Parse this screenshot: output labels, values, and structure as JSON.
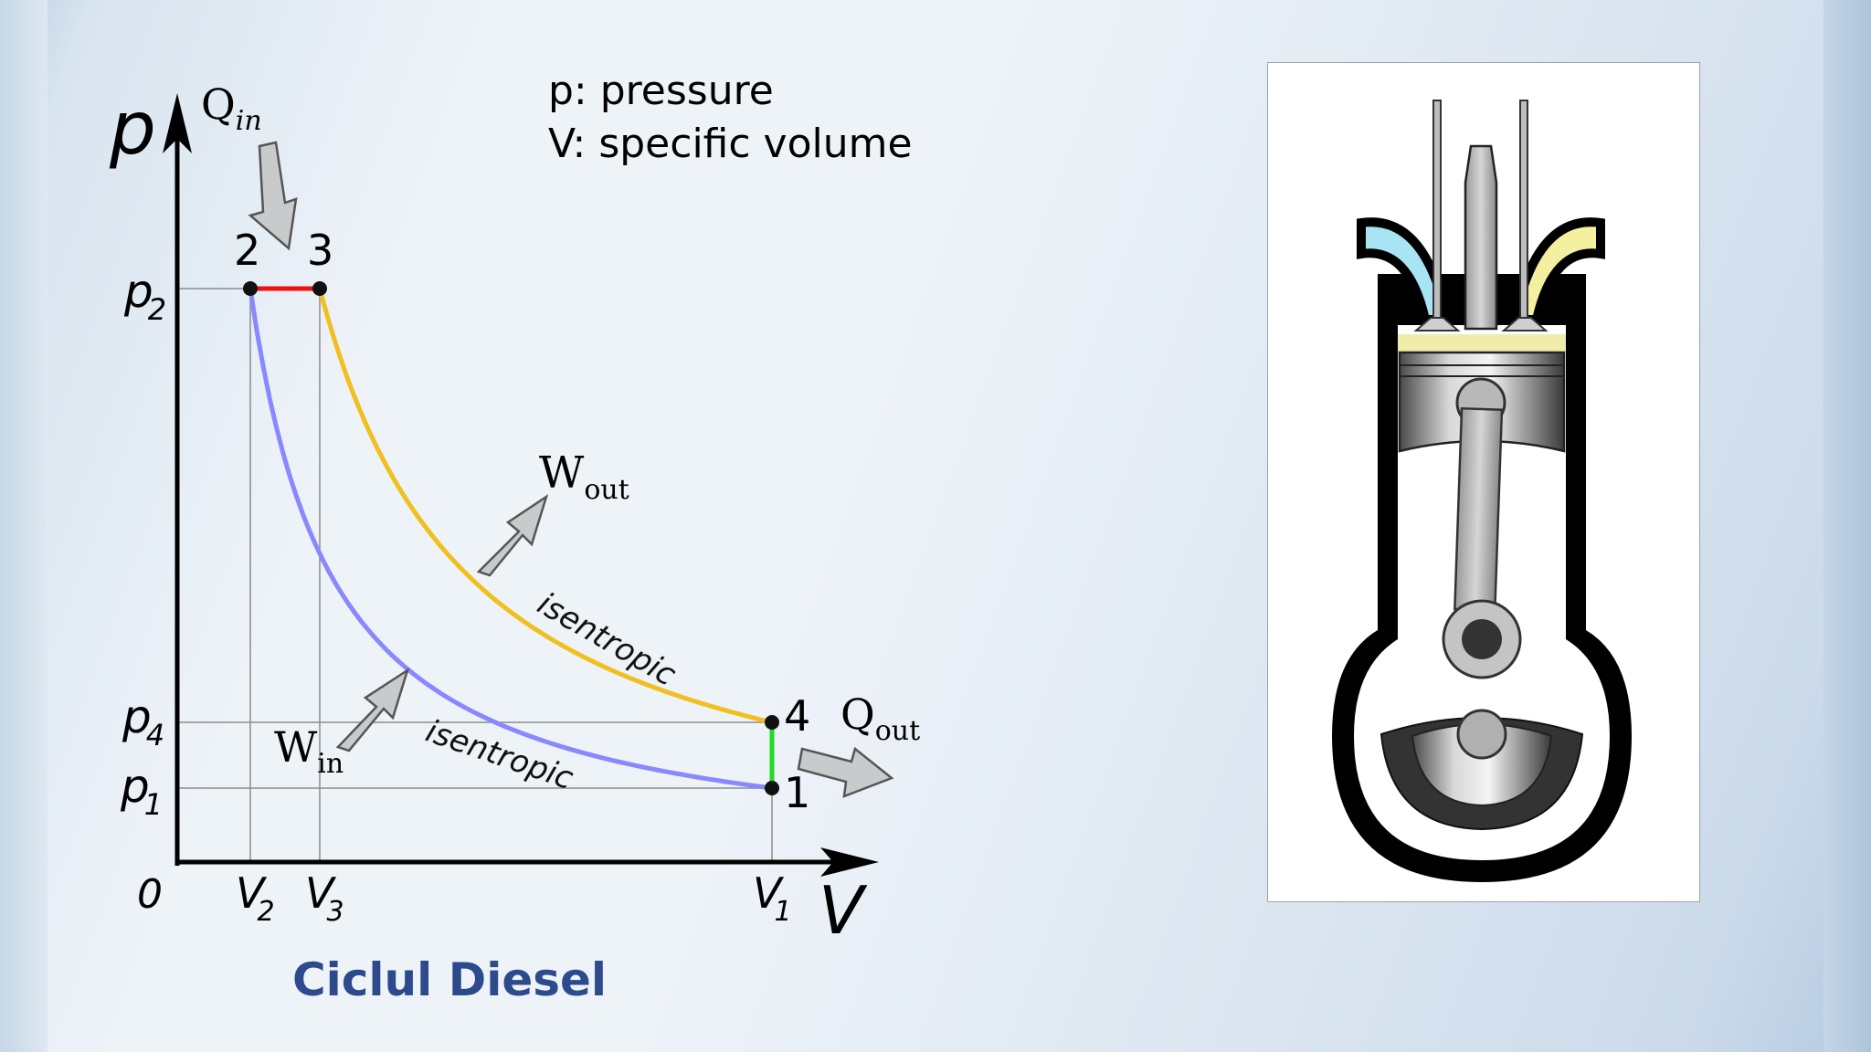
{
  "slide": {
    "caption": "Ciclul Diesel",
    "colors": {
      "caption": "#2c4a8c",
      "heat_addition": "#ee1111",
      "isentropic_compression": "#8888ff",
      "isentropic_expansion": "#f0c020",
      "heat_rejection": "#22dd22",
      "intake_port": "#a8e4f4",
      "exhaust_port": "#f4f0a0"
    }
  },
  "diagram": {
    "legend": {
      "line1": "p: pressure",
      "line2": "V: specific volume"
    },
    "axes": {
      "y_label": "p",
      "x_label": "V",
      "origin_label": "0"
    },
    "pressure_ticks": [
      {
        "base": "p",
        "sub": "2"
      },
      {
        "base": "p",
        "sub": "4"
      },
      {
        "base": "p",
        "sub": "1"
      }
    ],
    "volume_ticks": [
      {
        "base": "V",
        "sub": "2"
      },
      {
        "base": "V",
        "sub": "3"
      },
      {
        "base": "V",
        "sub": "1"
      }
    ],
    "points": [
      "2",
      "3",
      "4",
      "1"
    ],
    "arrows": {
      "q_in": {
        "base": "Q",
        "sub": "in"
      },
      "q_out": {
        "base": "Q",
        "sub": "out"
      },
      "w_out": {
        "base": "W",
        "sub": "out"
      },
      "w_in": {
        "base": "W",
        "sub": "in"
      }
    },
    "process_labels": {
      "expansion": "isentropic",
      "compression": "isentropic"
    }
  },
  "engine_illustration": {
    "icon": "diesel-engine-cylinder-icon"
  }
}
